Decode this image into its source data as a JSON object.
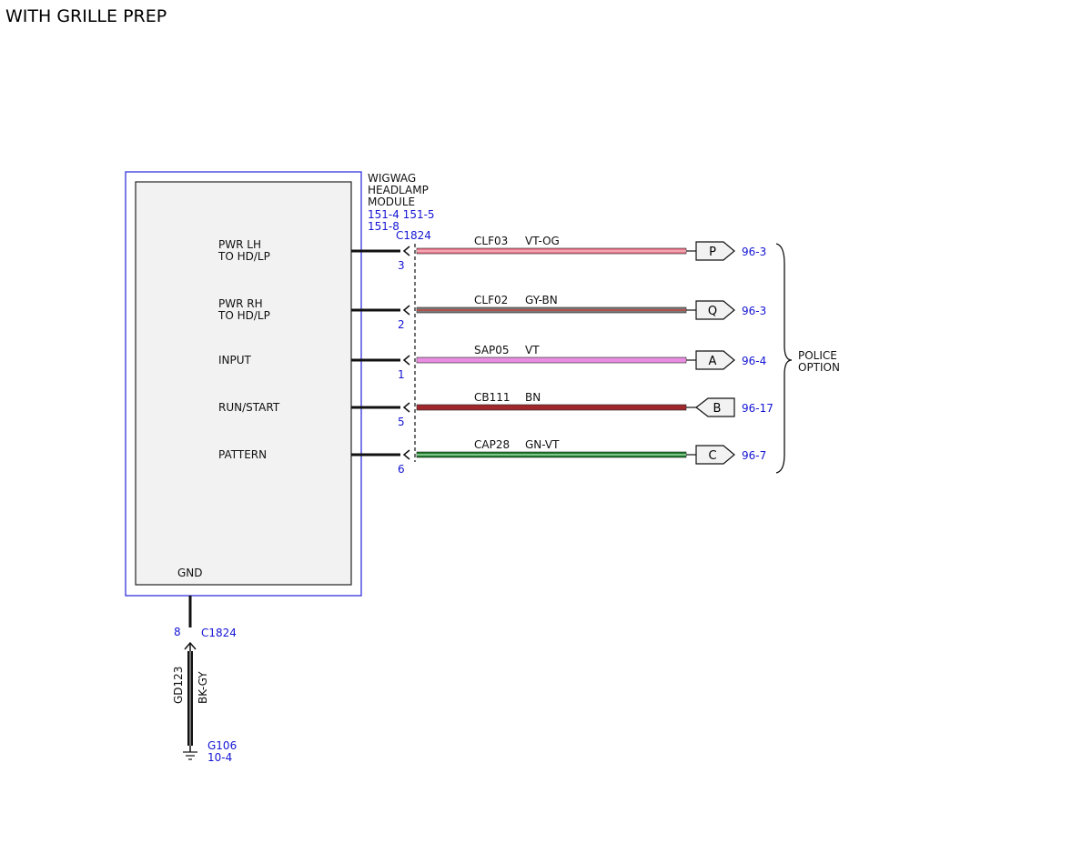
{
  "title": "WITH GRILLE PREP",
  "module": {
    "name_lines": [
      "WIGWAG",
      "HEADLAMP",
      "MODULE"
    ],
    "refs_line1": "151-4  151-5",
    "refs_line2": "151-8",
    "connector": "C1824",
    "gnd_label": "GND"
  },
  "circuits": [
    {
      "pin_label_1": "PWR LH",
      "pin_label_2": "TO HD/LP",
      "pin": "3",
      "circuit": "CLF03",
      "wire_color": "VT-OG",
      "conn_letter": "P",
      "page_ref": "96-3",
      "direction": "out",
      "stroke": "#e8788a",
      "stripe": "#f2a7b2"
    },
    {
      "pin_label_1": "PWR RH",
      "pin_label_2": "TO HD/LP",
      "pin": "2",
      "circuit": "CLF02",
      "wire_color": "GY-BN",
      "conn_letter": "Q",
      "page_ref": "96-3",
      "direction": "out",
      "stroke": "#7a7a7a",
      "stripe": "#b0514d"
    },
    {
      "pin_label_1": "INPUT",
      "pin_label_2": "",
      "pin": "1",
      "circuit": "SAP05",
      "wire_color": "VT",
      "conn_letter": "A",
      "page_ref": "96-4",
      "direction": "out",
      "stroke": "#e98de0",
      "stripe": "#e98de0"
    },
    {
      "pin_label_1": "RUN/START",
      "pin_label_2": "",
      "pin": "5",
      "circuit": "CB111",
      "wire_color": "BN",
      "conn_letter": "B",
      "page_ref": "96-17",
      "direction": "in",
      "stroke": "#a0282c",
      "stripe": "#a0282c"
    },
    {
      "pin_label_1": "PATTERN",
      "pin_label_2": "",
      "pin": "6",
      "circuit": "CAP28",
      "wire_color": "GN-VT",
      "conn_letter": "C",
      "page_ref": "96-7",
      "direction": "out",
      "stroke": "#1f7a2b",
      "stripe": "#7fc48a"
    }
  ],
  "option_label": [
    "POLICE",
    "OPTION"
  ],
  "ground": {
    "pin": "8",
    "connector": "C1824",
    "circuit": "GD123",
    "wire_color": "BK-GY",
    "ground_id": "G106",
    "ground_ref": "10-4"
  }
}
